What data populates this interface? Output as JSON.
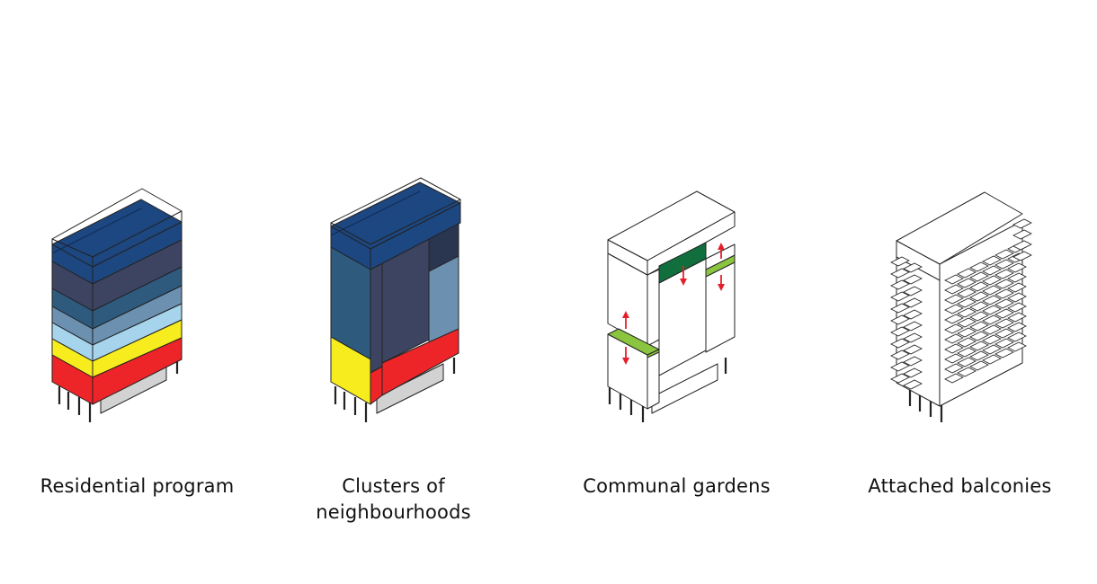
{
  "colors": {
    "navy": "#1d4780",
    "slate": "#3d4462",
    "steel": "#2e5a7e",
    "mid_blue": "#6b90b0",
    "light_blue": "#a6d4ec",
    "yellow": "#f6ec1e",
    "red": "#ed2528",
    "grey": "#cfcfcf",
    "dark_green": "#106f3c",
    "light_green": "#8bc540",
    "arrow_red": "#e51f2a",
    "outline": "#222222"
  },
  "panels": [
    {
      "id": "residential-program",
      "caption_lines": [
        "Residential program"
      ]
    },
    {
      "id": "clusters-of-neighbourhoods",
      "caption_lines": [
        "Clusters of",
        "neighbourhoods"
      ]
    },
    {
      "id": "communal-gardens",
      "caption_lines": [
        "Communal gardens"
      ]
    },
    {
      "id": "attached-balconies",
      "caption_lines": [
        "Attached balconies"
      ]
    }
  ]
}
